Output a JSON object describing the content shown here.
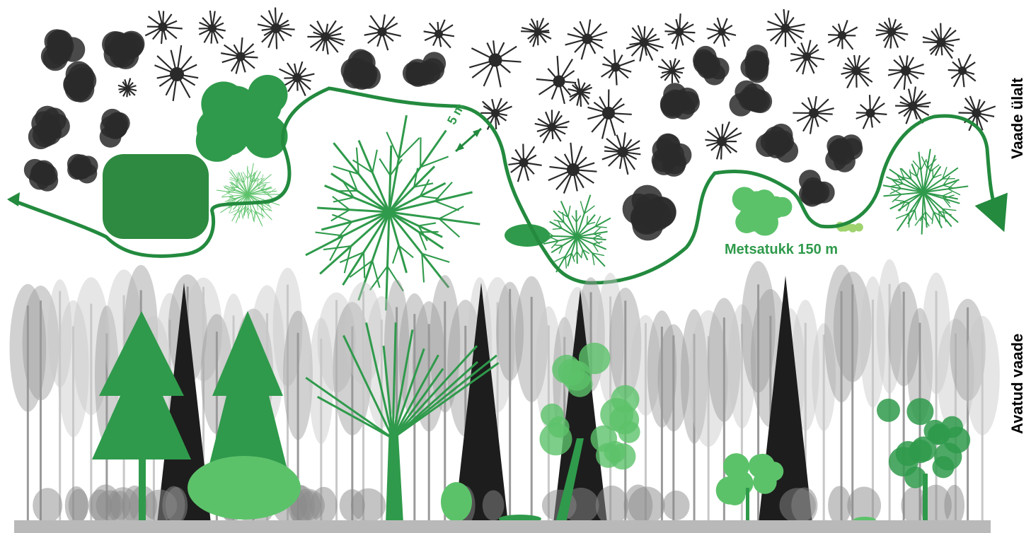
{
  "labels": {
    "top_view": "Vaade ülalt",
    "side_view": "Avatud vaade",
    "path": "Metsatukk 150 m",
    "distance": "5 m"
  },
  "colors": {
    "highlight_green": "#2f9a4b",
    "light_green": "#5cc26a",
    "dark_tree": "#2a2a2a",
    "grey_tree": "#9a9a9a",
    "path_green": "#238a3e"
  }
}
